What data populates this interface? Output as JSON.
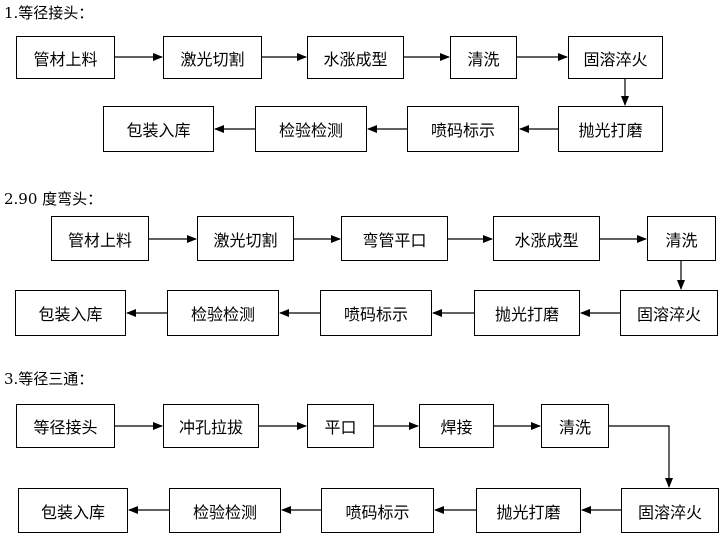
{
  "sections": [
    {
      "title": "1.等径接头：",
      "row1": [
        "管材上料",
        "激光切割",
        "水涨成型",
        "清洗",
        "固溶淬火"
      ],
      "row2": [
        "包装入库",
        "检验检测",
        "喷码标示",
        "抛光打磨"
      ]
    },
    {
      "title": "2.90 度弯头：",
      "row1": [
        "管材上料",
        "激光切割",
        "弯管平口",
        "水涨成型",
        "清洗"
      ],
      "row2": [
        "包装入库",
        "检验检测",
        "喷码标示",
        "抛光打磨",
        "固溶淬火"
      ]
    },
    {
      "title": "3.等径三通：",
      "row1": [
        "等径接头",
        "冲孔拉拔",
        "平口",
        "焊接",
        "清洗"
      ],
      "row2": [
        "包装入库",
        "检验检测",
        "喷码标示",
        "抛光打磨",
        "固溶淬火"
      ]
    }
  ]
}
